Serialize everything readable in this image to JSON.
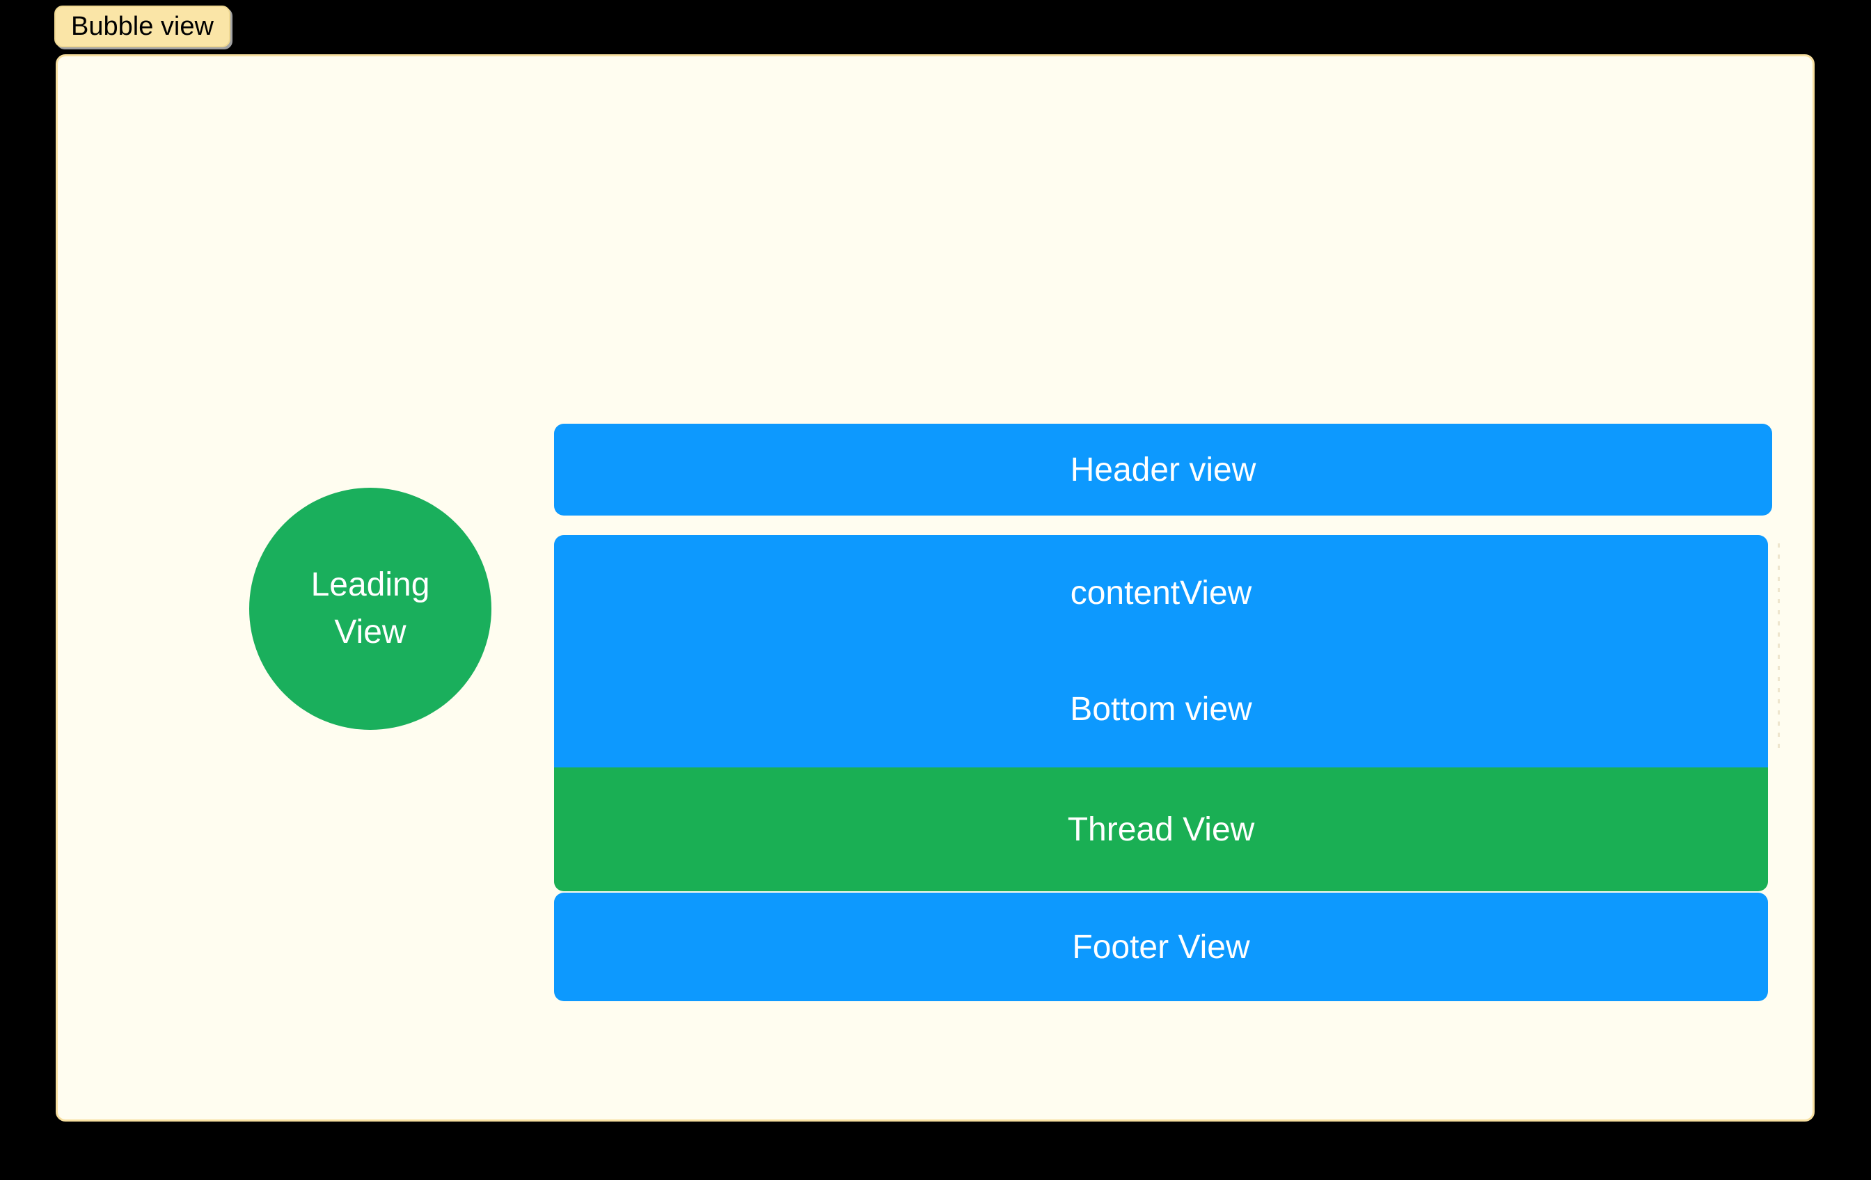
{
  "badge": {
    "label": "Bubble view"
  },
  "canvas": {
    "background_color": "#fffdf0",
    "border_color": "#f7dfa0"
  },
  "colors": {
    "blue": "#0d99fe",
    "green_bar": "#1aaf54",
    "green_circle": "#1aaf5c",
    "badge_fill": "#fae5a7",
    "text_on_fill": "#ffffff",
    "badge_text": "#000000"
  },
  "leading_view": {
    "name": "Leading View",
    "line1": "Leading",
    "line2": "View",
    "shape": "circle",
    "color": "#1aaf5c"
  },
  "stack": {
    "items": [
      {
        "label": "Header view",
        "color": "#0d99fe",
        "role": "header"
      },
      {
        "label": "contentView",
        "color": "#0d99fe",
        "role": "content"
      },
      {
        "label": "Bottom view",
        "color": "#0d99fe",
        "role": "bottom"
      },
      {
        "label": "Thread View",
        "color": "#1aaf54",
        "role": "thread"
      },
      {
        "label": "Footer View",
        "color": "#0d99fe",
        "role": "footer"
      }
    ]
  }
}
